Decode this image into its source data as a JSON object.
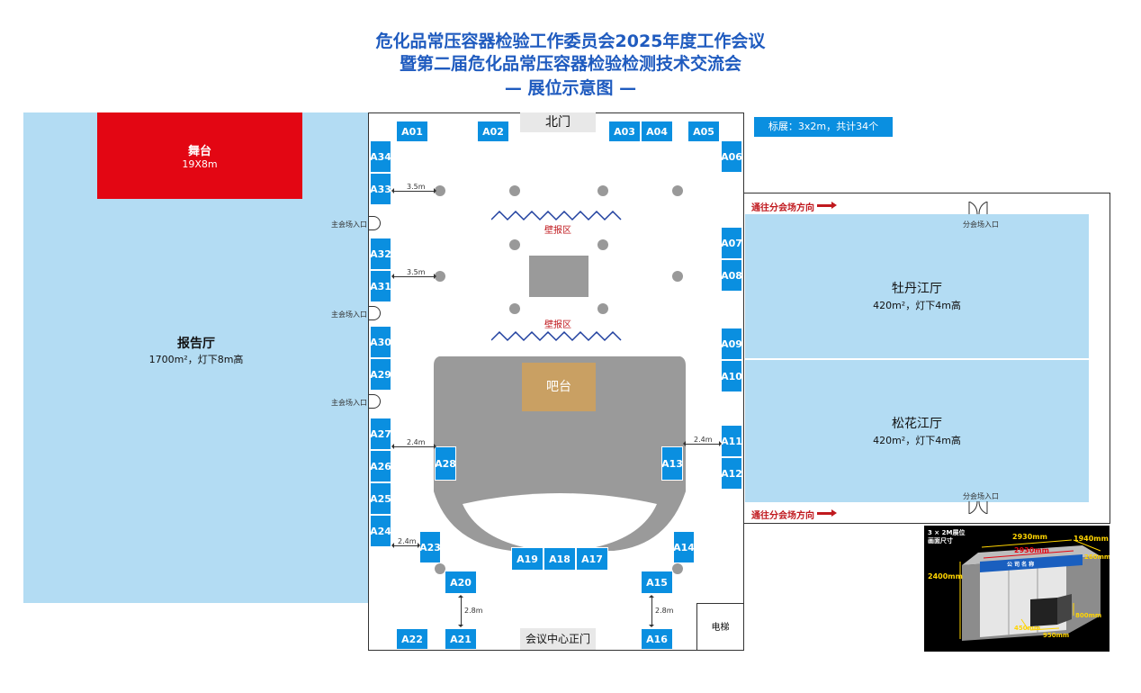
{
  "title": {
    "line1": "危化品常压容器检验工作委员会2025年度工作会议",
    "line2": "暨第二届危化品常压容器检验检测技术交流会",
    "line3": "— 展位示意图 —"
  },
  "report_hall": {
    "name": "报告厅",
    "info": "1700m²，灯下8m高"
  },
  "stage": {
    "name": "舞台",
    "size": "19X8m"
  },
  "north_gate": "北门",
  "main_gate": "会议中心正门",
  "elevator": "电梯",
  "bar": "吧台",
  "poster_zone": "壁报区",
  "main_entrance": "主会场入口",
  "sub_entrance": "分会场入口",
  "to_sub_venue": "通往分会场方向",
  "standard_booth": "标展：3x2m，共计34个",
  "hall_mudan": {
    "name": "牡丹江厅",
    "info": "420m²，灯下4m高"
  },
  "hall_songhua": {
    "name": "松花江厅",
    "info": "420m²，灯下4m高"
  },
  "dims": {
    "d35": "3.5m",
    "d24": "2.4m",
    "d28": "2.8m"
  },
  "booth_inset": {
    "title_line1": "3 × 2M展位",
    "title_line2": "画面尺寸",
    "w1": "2930mm",
    "w2": "2930mm",
    "depth": "1940mm",
    "band": "260mm",
    "height": "2400mm",
    "desk_h": "800mm",
    "desk_w": "950mm",
    "desk_d": "450mm",
    "fascia": "公 司 名 称"
  },
  "booths": {
    "A01": "A01",
    "A02": "A02",
    "A03": "A03",
    "A04": "A04",
    "A05": "A05",
    "A06": "A06",
    "A07": "A07",
    "A08": "A08",
    "A09": "A09",
    "A10": "A10",
    "A11": "A11",
    "A12": "A12",
    "A13": "A13",
    "A14": "A14",
    "A15": "A15",
    "A16": "A16",
    "A17": "A17",
    "A18": "A18",
    "A19": "A19",
    "A20": "A20",
    "A21": "A21",
    "A22": "A22",
    "A23": "A23",
    "A24": "A24",
    "A25": "A25",
    "A26": "A26",
    "A27": "A27",
    "A28": "A28",
    "A29": "A29",
    "A30": "A30",
    "A31": "A31",
    "A32": "A32",
    "A33": "A33",
    "A34": "A34"
  },
  "colors": {
    "booth": "#0a8fe0",
    "hall": "#b3dcf3",
    "stage": "#e30613",
    "title": "#1f5bbf",
    "bar": "#c9a063",
    "plaza": "#9a9a9a"
  }
}
